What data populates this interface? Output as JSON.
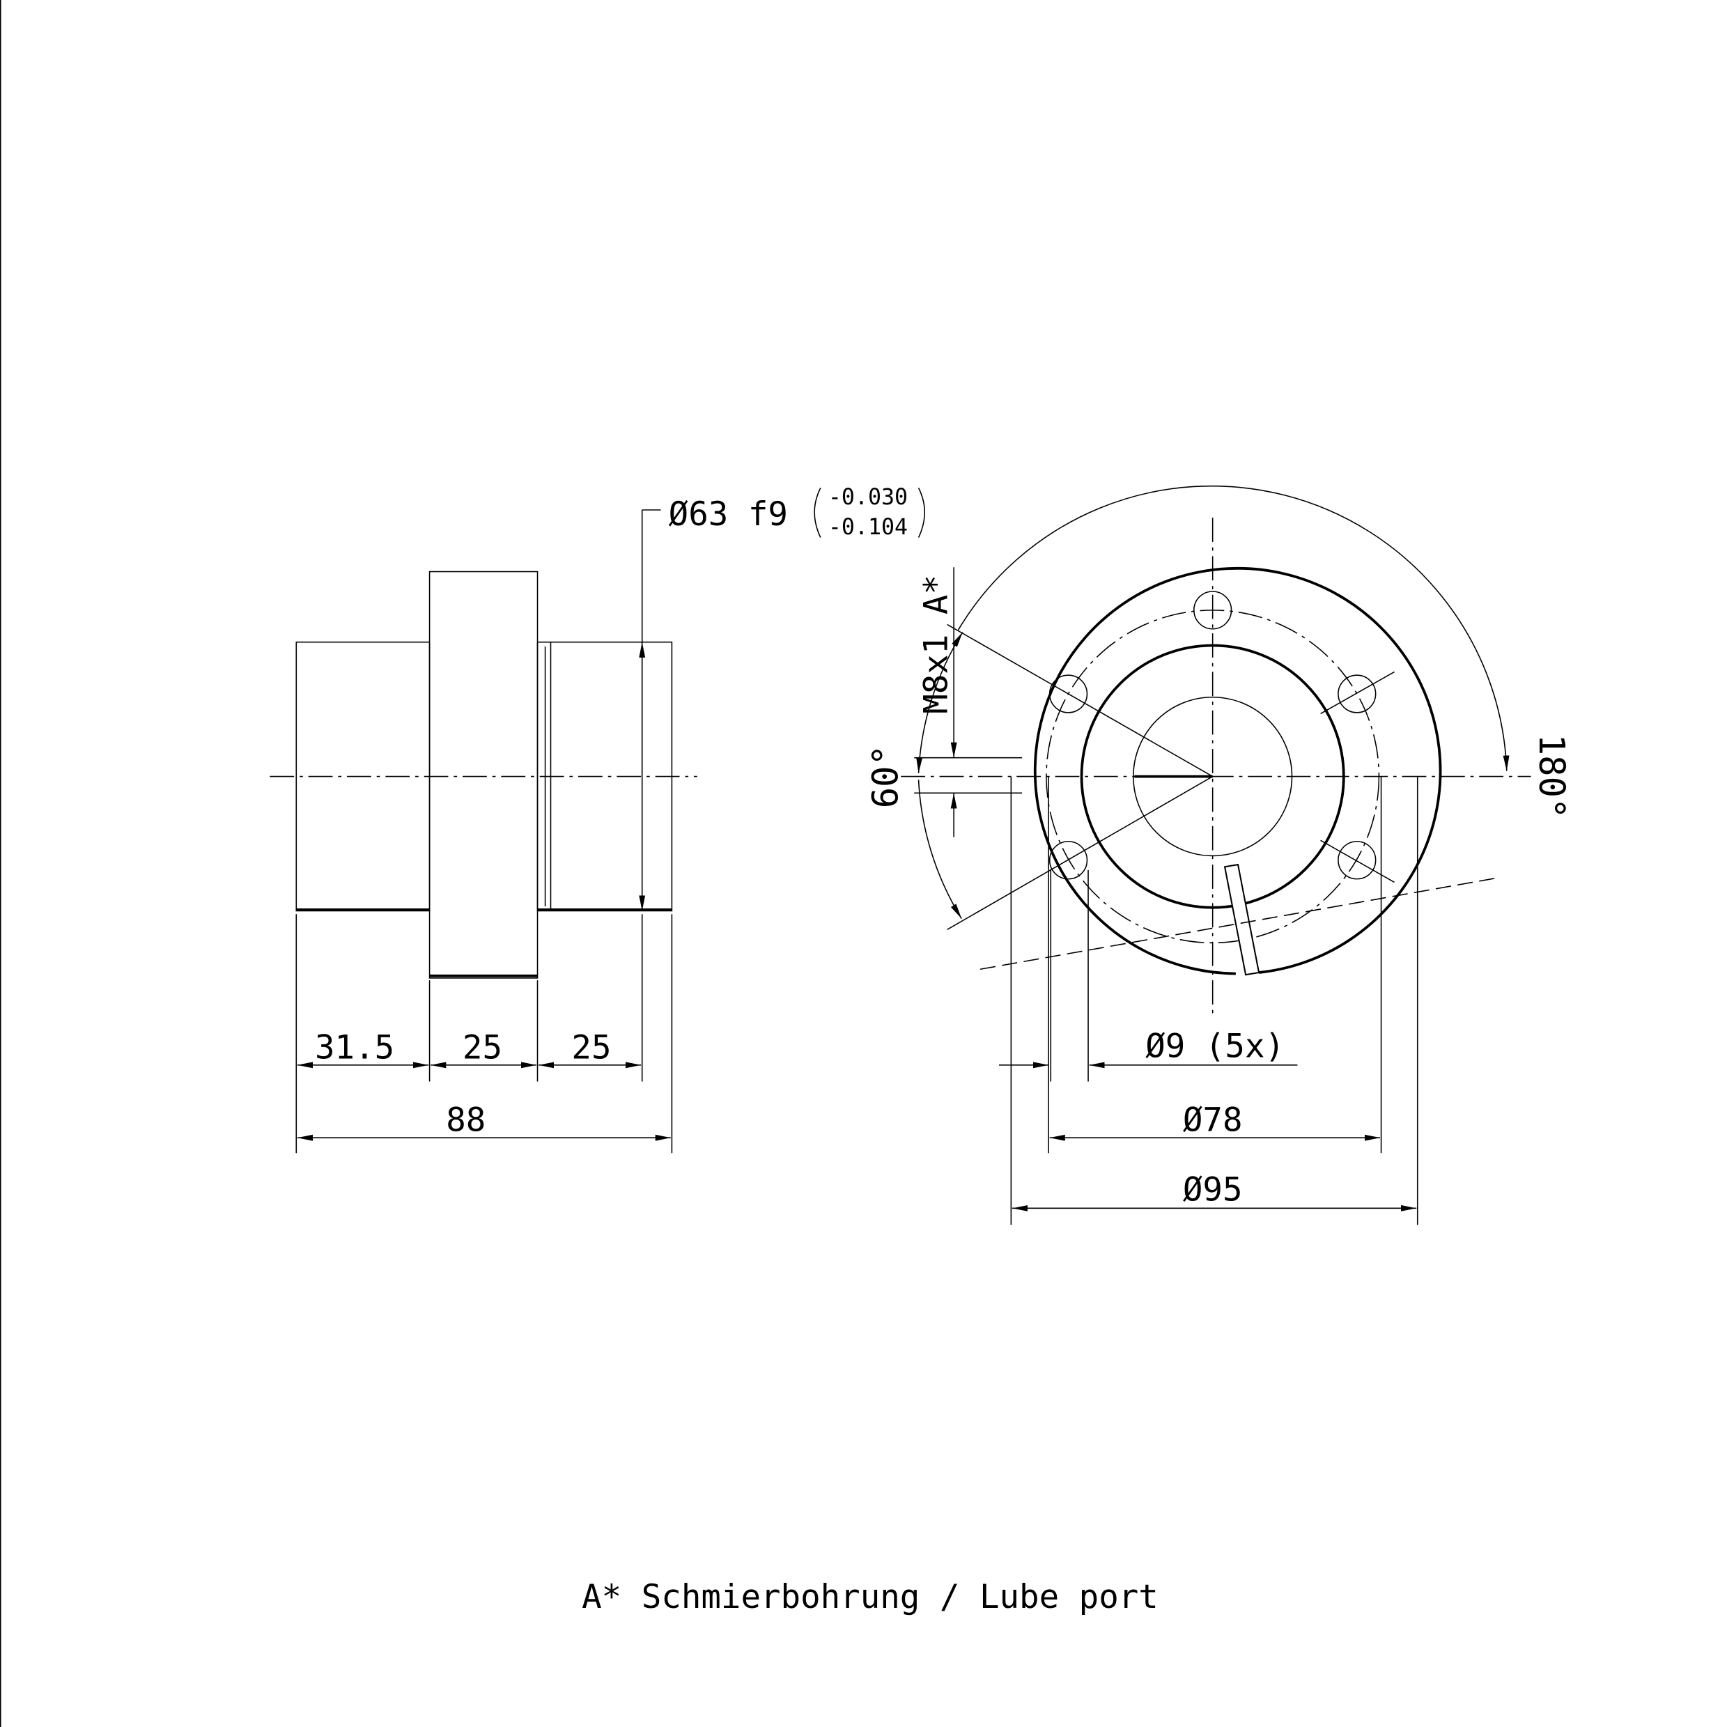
{
  "left_view": {
    "dim_diameter": "Ø63 f9",
    "tol_upper": "-0.030",
    "tol_lower": "-0.104",
    "dim_a": "31.5",
    "dim_b": "25",
    "dim_c": "25",
    "dim_total": "88"
  },
  "right_view": {
    "thread_label": "M8x1 A*",
    "angle_small": "60°",
    "angle_large": "180°",
    "hole_dim": "Ø9 (5x)",
    "bolt_circle_dim": "Ø78",
    "outer_dim": "Ø95"
  },
  "footer_note": "A* Schmierbohrung / Lube port"
}
